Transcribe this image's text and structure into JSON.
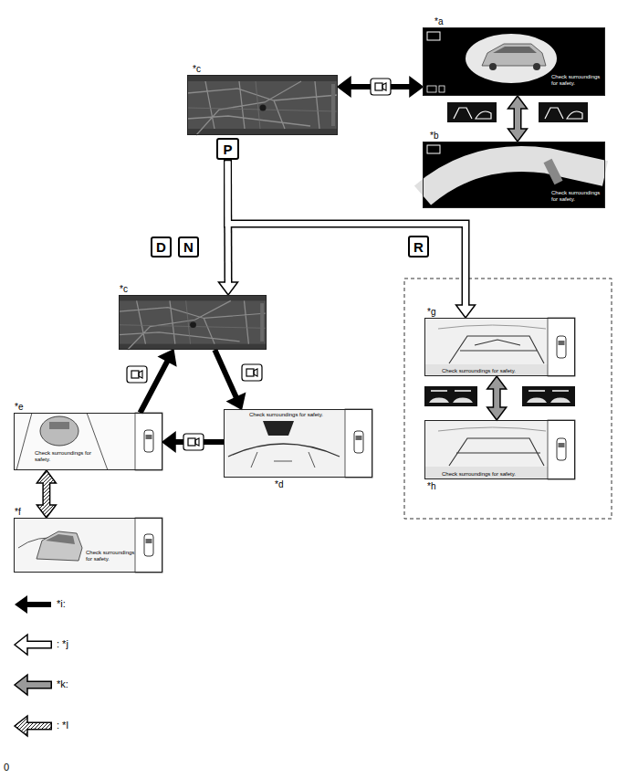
{
  "diagram": {
    "nodes": [
      {
        "text": [
          "*c"
        ]
      },
      {
        "text": [
          "P"
        ]
      },
      {
        "text": [
          "*a",
          "Check surroundings for safety."
        ]
      },
      {
        "text": [
          "*b",
          "Check surroundings for safety."
        ]
      },
      {
        "text": [
          "D"
        ]
      },
      {
        "text": [
          "N"
        ]
      },
      {
        "text": [
          "R"
        ]
      },
      {
        "text": [
          "*c"
        ]
      },
      {
        "text": [
          "*e",
          "Check surroundings for safety."
        ]
      },
      {
        "text": [
          "*d",
          "Check surroundings for safety."
        ]
      },
      {
        "text": [
          "*f",
          "Check surroundings for safety."
        ]
      },
      {
        "text": [
          "*g",
          "Check surroundings for safety."
        ]
      },
      {
        "text": [
          "*h",
          "Check surroundings for safety."
        ]
      }
    ],
    "edges": [
      {
        "from": 0,
        "to": 2,
        "arrow": "both"
      },
      {
        "from": 2,
        "to": 3,
        "arrow": "both"
      },
      {
        "from": 1,
        "to": 7,
        "arrow": "to"
      },
      {
        "from": 1,
        "to": 11,
        "arrow": "to"
      },
      {
        "from": 7,
        "to": 9,
        "arrow": "to"
      },
      {
        "from": 9,
        "to": 8,
        "arrow": "to"
      },
      {
        "from": 8,
        "to": 7,
        "arrow": "to"
      },
      {
        "from": 8,
        "to": 10,
        "arrow": "both"
      },
      {
        "from": 11,
        "to": 12,
        "arrow": "both"
      }
    ],
    "labels": [
      "0"
    ],
    "legend": [
      {
        "text": "*i:"
      },
      {
        "text": ": *j"
      },
      {
        "text": "*k:"
      },
      {
        "text": ": *l"
      }
    ]
  }
}
